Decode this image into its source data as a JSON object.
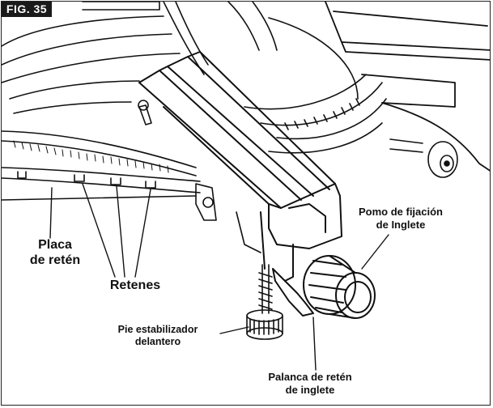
{
  "figure": {
    "badge": "FIG. 35"
  },
  "labels": {
    "pomo_line1": "Pomo de fijación",
    "pomo_line2": "de Inglete",
    "placa_line1": "Placa",
    "placa_line2": "de retén",
    "retenes": "Retenes",
    "pie_line1": "Pie estabilizador",
    "pie_line2": "delantero",
    "palanca_line1": "Palanca de retén",
    "palanca_line2": "de inglete"
  },
  "colors": {
    "ink": "#111111",
    "badge_bg": "#1a1a1a",
    "badge_text": "#ffffff",
    "background": "#ffffff"
  }
}
